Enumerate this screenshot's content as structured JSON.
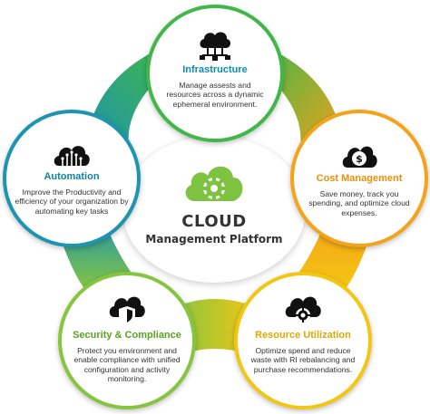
{
  "center": {
    "title": "CLOUD",
    "subtitle": "Management Platform",
    "icon": "cloud-gear-icon"
  },
  "nodes": {
    "infrastructure": {
      "title": "Infrastructure",
      "description": "Manage assests and resources across a dynamic ephemeral environment.",
      "icon": "cloud-network-icon",
      "color": "#41b649"
    },
    "automation": {
      "title": "Automation",
      "description": "Improve the Productivity and efficiency of your organization by automating key tasks",
      "icon": "cloud-circuit-icon",
      "color": "#1d94b0"
    },
    "cost_management": {
      "title": "Cost Management",
      "description": "Save money, track you spending, and optimize cloud expenses.",
      "icon": "cloud-dollar-icon",
      "color": "#f5a31a"
    },
    "security": {
      "title": "Security & Compliance",
      "description": "Protect you environment and enable compliance with unified configuration and activity monitoring.",
      "icon": "cloud-shield-icon",
      "color": "#86c540"
    },
    "resource_utilization": {
      "title": "Resource Utilization",
      "description": "Optimize spend and reduce waste with RI rebalancing and purchase recommendations.",
      "icon": "cloud-gear-dark-icon",
      "color": "#f3c614"
    }
  }
}
